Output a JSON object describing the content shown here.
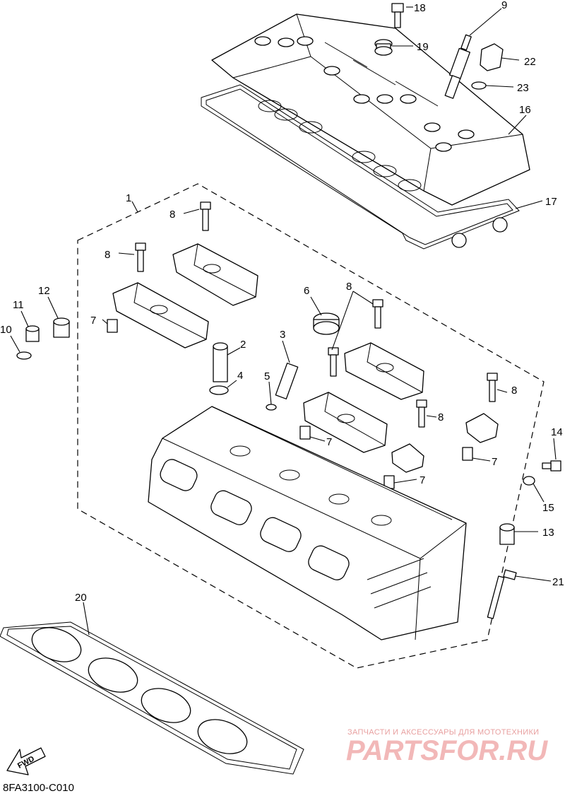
{
  "diagram": {
    "code": "8FA3100-C010",
    "fwd_label": "FWD",
    "callouts": [
      {
        "id": "c18",
        "label": "18"
      },
      {
        "id": "c9",
        "label": "9"
      },
      {
        "id": "c19",
        "label": "19"
      },
      {
        "id": "c22",
        "label": "22"
      },
      {
        "id": "c23",
        "label": "23"
      },
      {
        "id": "c16",
        "label": "16"
      },
      {
        "id": "c17",
        "label": "17"
      },
      {
        "id": "c1",
        "label": "1"
      },
      {
        "id": "c8a",
        "label": "8"
      },
      {
        "id": "c8b",
        "label": "8"
      },
      {
        "id": "c12",
        "label": "12"
      },
      {
        "id": "c11",
        "label": "11"
      },
      {
        "id": "c10",
        "label": "10"
      },
      {
        "id": "c7a",
        "label": "7"
      },
      {
        "id": "c6",
        "label": "6"
      },
      {
        "id": "c8c",
        "label": "8"
      },
      {
        "id": "c2",
        "label": "2"
      },
      {
        "id": "c3",
        "label": "3"
      },
      {
        "id": "c4",
        "label": "4"
      },
      {
        "id": "c5",
        "label": "5"
      },
      {
        "id": "c8d",
        "label": "8"
      },
      {
        "id": "c8e",
        "label": "8"
      },
      {
        "id": "c7b",
        "label": "7"
      },
      {
        "id": "c7c",
        "label": "7"
      },
      {
        "id": "c7d",
        "label": "7"
      },
      {
        "id": "c14",
        "label": "14"
      },
      {
        "id": "c15",
        "label": "15"
      },
      {
        "id": "c13",
        "label": "13"
      },
      {
        "id": "c21",
        "label": "21"
      },
      {
        "id": "c20",
        "label": "20"
      }
    ]
  },
  "watermark": {
    "tagline": "ЗАПЧАСТИ И АКСЕССУАРЫ ДЛЯ МОТОТЕХНИКИ",
    "brand": "PARTSFOR.RU"
  }
}
